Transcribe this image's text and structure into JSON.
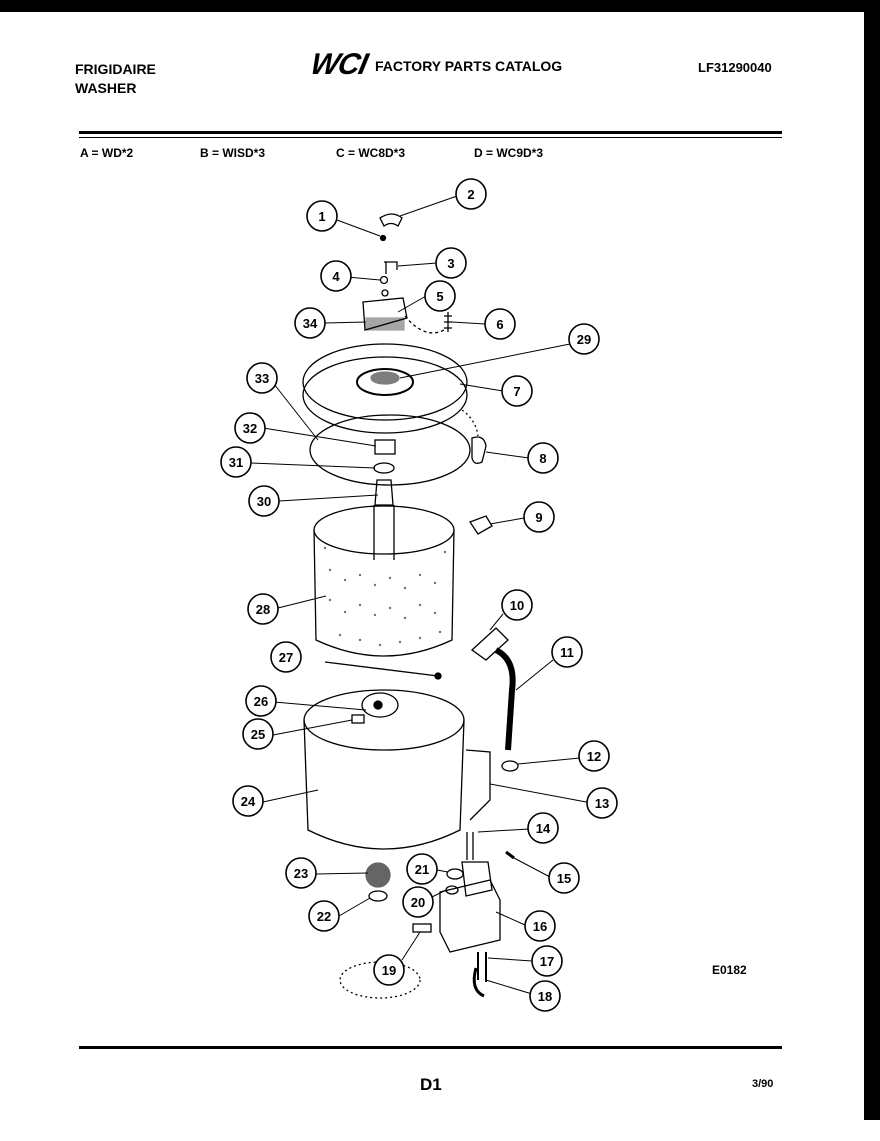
{
  "header": {
    "brand_line1": "FRIGIDAIRE",
    "brand_line2": "WASHER",
    "logo_text": "WCI",
    "catalog_title": "FACTORY PARTS CATALOG",
    "part_number": "LF31290040"
  },
  "models": [
    {
      "text": "A = WD*2"
    },
    {
      "text": "B = WISD*3"
    },
    {
      "text": "C = WC8D*3"
    },
    {
      "text": "D = WC9D*3"
    }
  ],
  "diagram": {
    "diagram_id": "E0182",
    "callouts": [
      "1",
      "2",
      "3",
      "4",
      "5",
      "6",
      "7",
      "8",
      "9",
      "10",
      "11",
      "12",
      "13",
      "14",
      "15",
      "16",
      "17",
      "18",
      "19",
      "20",
      "21",
      "22",
      "23",
      "24",
      "25",
      "26",
      "27",
      "28",
      "29",
      "30",
      "31",
      "32",
      "33",
      "34"
    ]
  },
  "footer": {
    "page_id": "D1",
    "date": "3/90"
  },
  "colors": {
    "ink": "#000000",
    "paper": "#ffffff"
  }
}
